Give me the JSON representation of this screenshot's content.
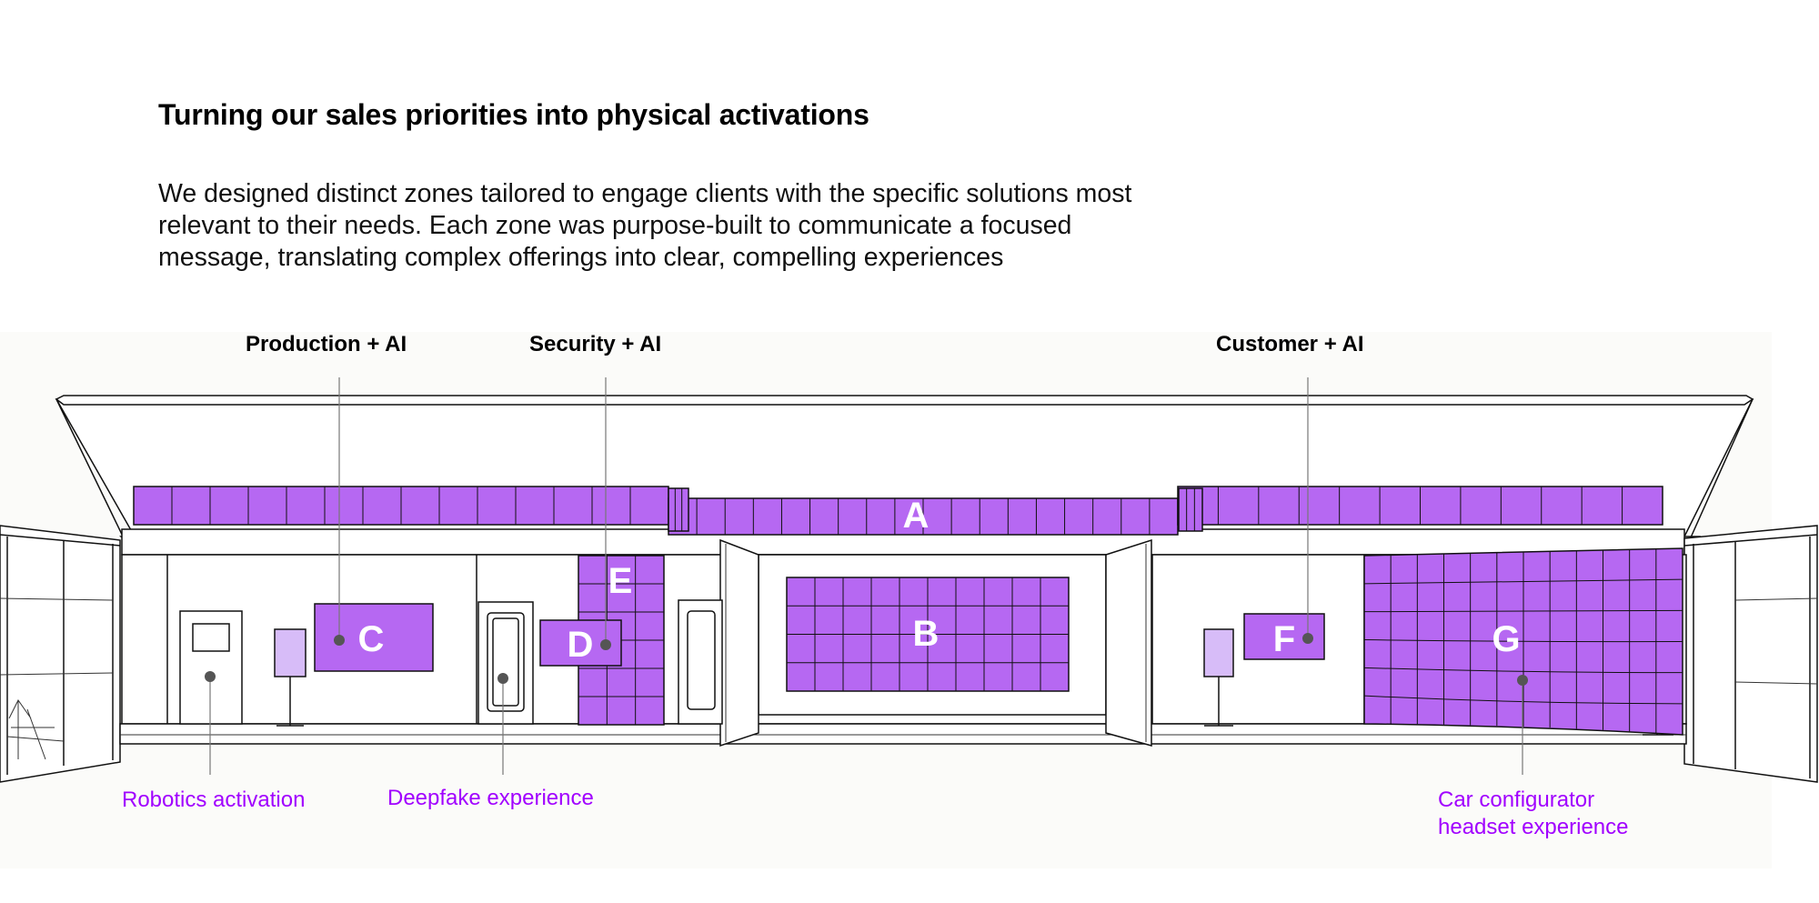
{
  "heading": {
    "title": "Turning our sales priorities into physical activations",
    "description_lines": [
      "We designed distinct zones tailored to engage clients with the specific solutions most",
      "relevant to their needs. Each zone was purpose-built to communicate a focused",
      "message, translating complex offerings into clear, compelling experiences"
    ]
  },
  "zones": {
    "production": "Production + AI",
    "security": "Security + AI",
    "customer": "Customer + AI"
  },
  "screen_letters": {
    "a": "A",
    "b": "B",
    "c": "C",
    "d": "D",
    "e": "E",
    "f": "F",
    "g": "G"
  },
  "callouts": {
    "robotics": "Robotics activation",
    "deepfake": "Deepfake experience",
    "car_line1": "Car configurator",
    "car_line2": "headset experience"
  },
  "colors": {
    "screen_purple": "#b668f2",
    "callout_purple": "#a100ff",
    "background": "#fbfbf9"
  }
}
